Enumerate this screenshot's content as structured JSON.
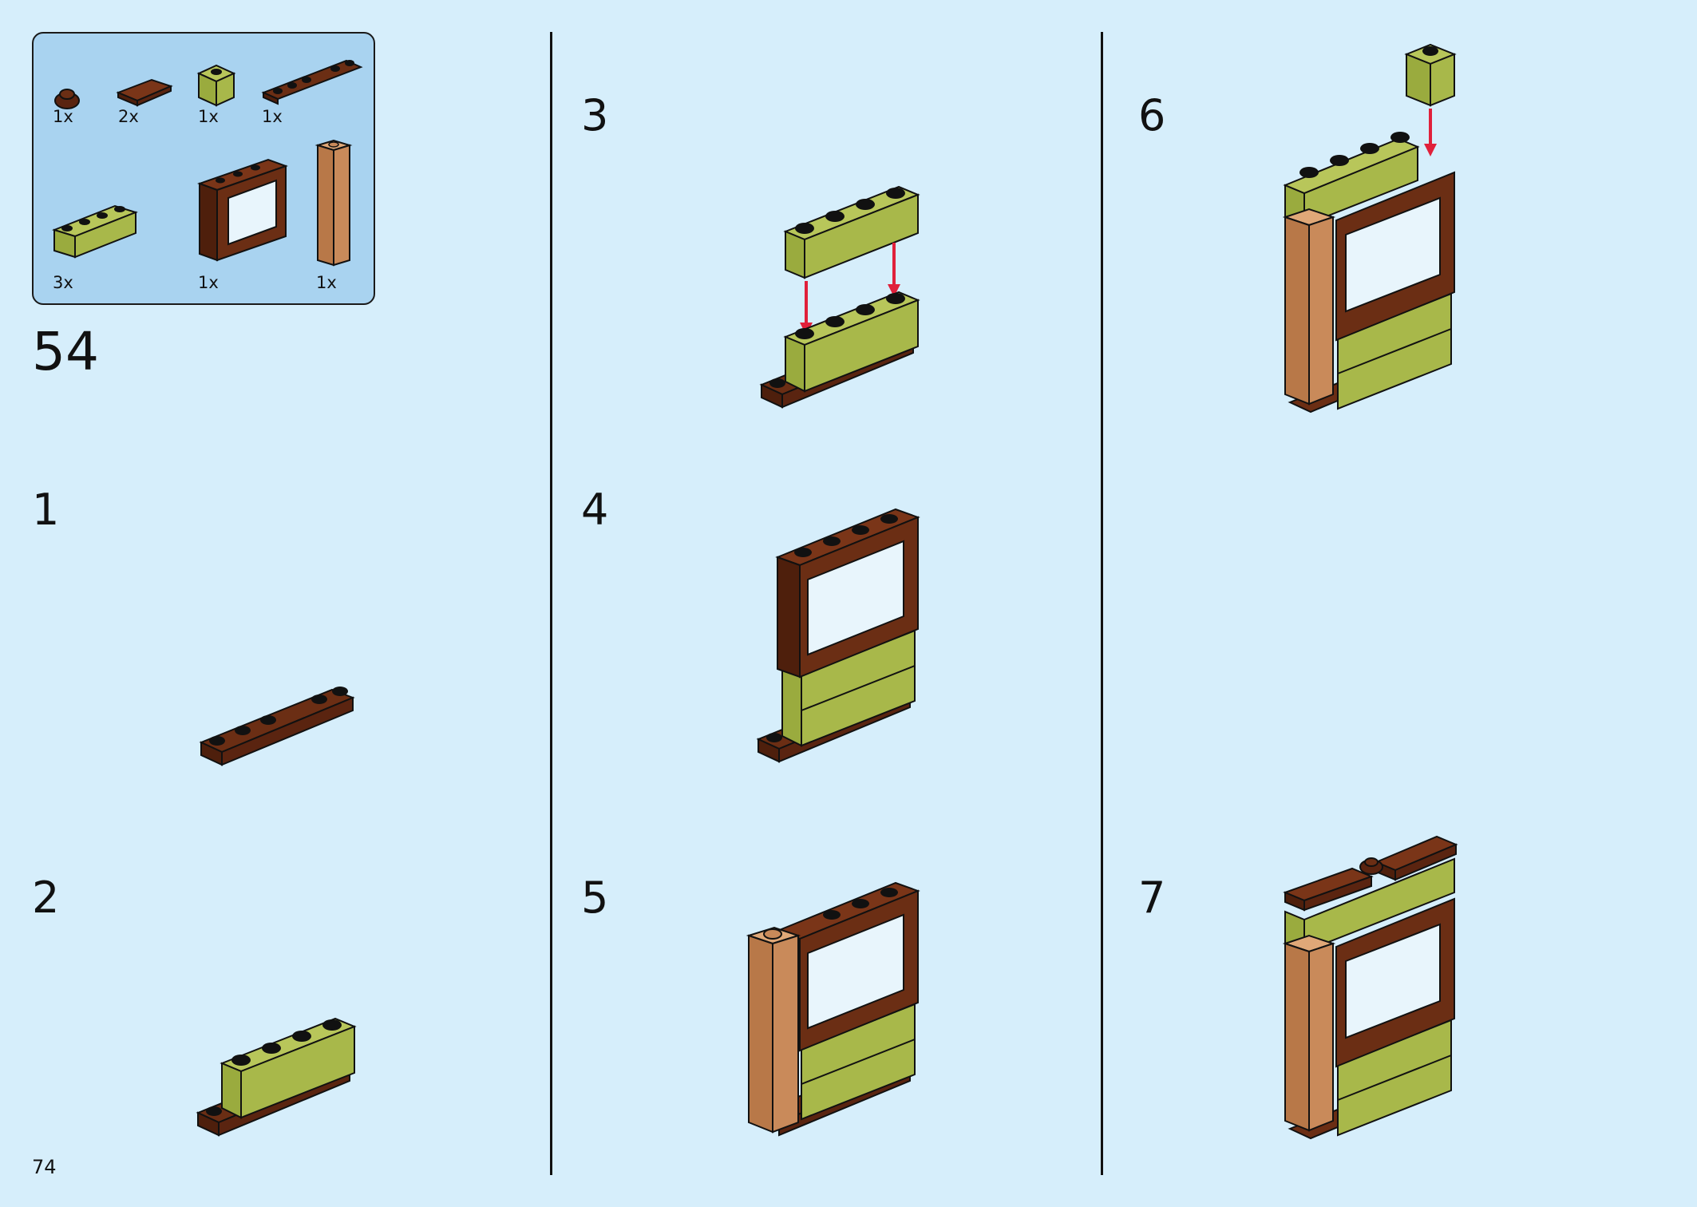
{
  "set_step": "54",
  "page_number": "74",
  "parts": [
    {
      "name": "round-plate-1x1",
      "qty": "1x"
    },
    {
      "name": "tile-1x2",
      "qty": "2x"
    },
    {
      "name": "brick-1x1",
      "qty": "1x"
    },
    {
      "name": "plate-1x6",
      "qty": "1x"
    },
    {
      "name": "log-brick-1x4",
      "qty": "3x"
    },
    {
      "name": "window-frame",
      "qty": "1x"
    },
    {
      "name": "column-brick",
      "qty": "1x"
    }
  ],
  "steps": [
    "1",
    "2",
    "3",
    "4",
    "5",
    "6",
    "7"
  ],
  "colors": {
    "background": "#d6eefb",
    "parts_box": "#a9d3f0",
    "reddish_brown": "#6b2e14",
    "olive_green": "#a8b84a",
    "tan": "#c98a5a",
    "arrow": "#e0203a"
  }
}
